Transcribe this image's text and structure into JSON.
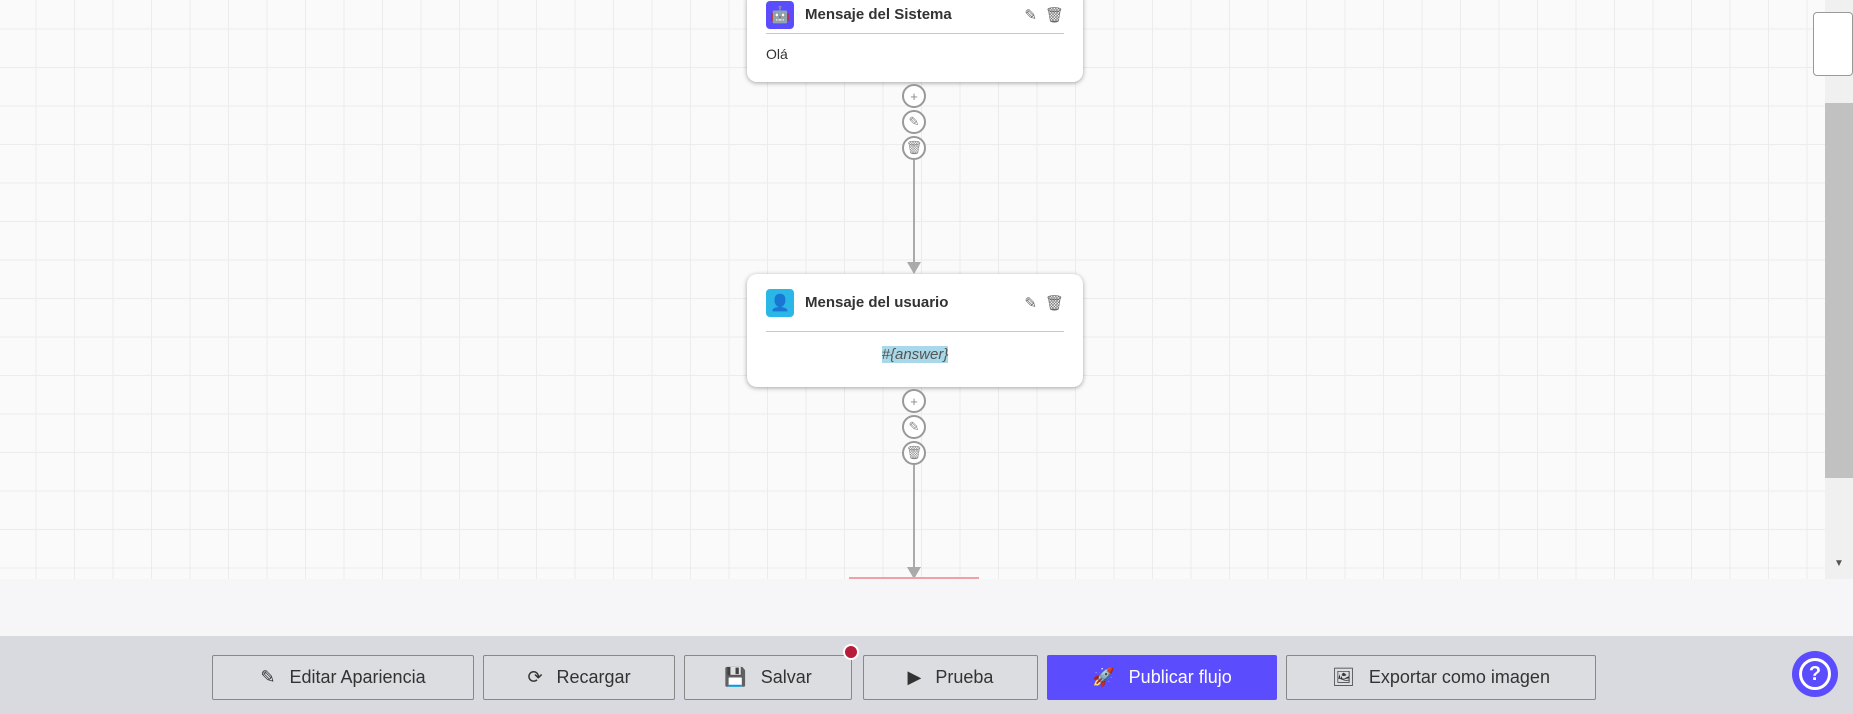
{
  "nodes": [
    {
      "title": "Mensaje del Sistema",
      "body": "Olá",
      "icon": "robot-icon",
      "color": "#5b4dfd"
    },
    {
      "title": "Mensaje del usuario",
      "body": "#{answer}",
      "icon": "user-icon",
      "color": "#2ab6e6"
    }
  ],
  "toolbar": {
    "edit": "Editar Apariencia",
    "reload": "Recargar",
    "save": "Salvar",
    "test": "Prueba",
    "publish": "Publicar flujo",
    "export": "Exportar como imagen"
  },
  "colors": {
    "accent": "#5b4dfd",
    "unsaved_dot": "#b81c3a"
  }
}
